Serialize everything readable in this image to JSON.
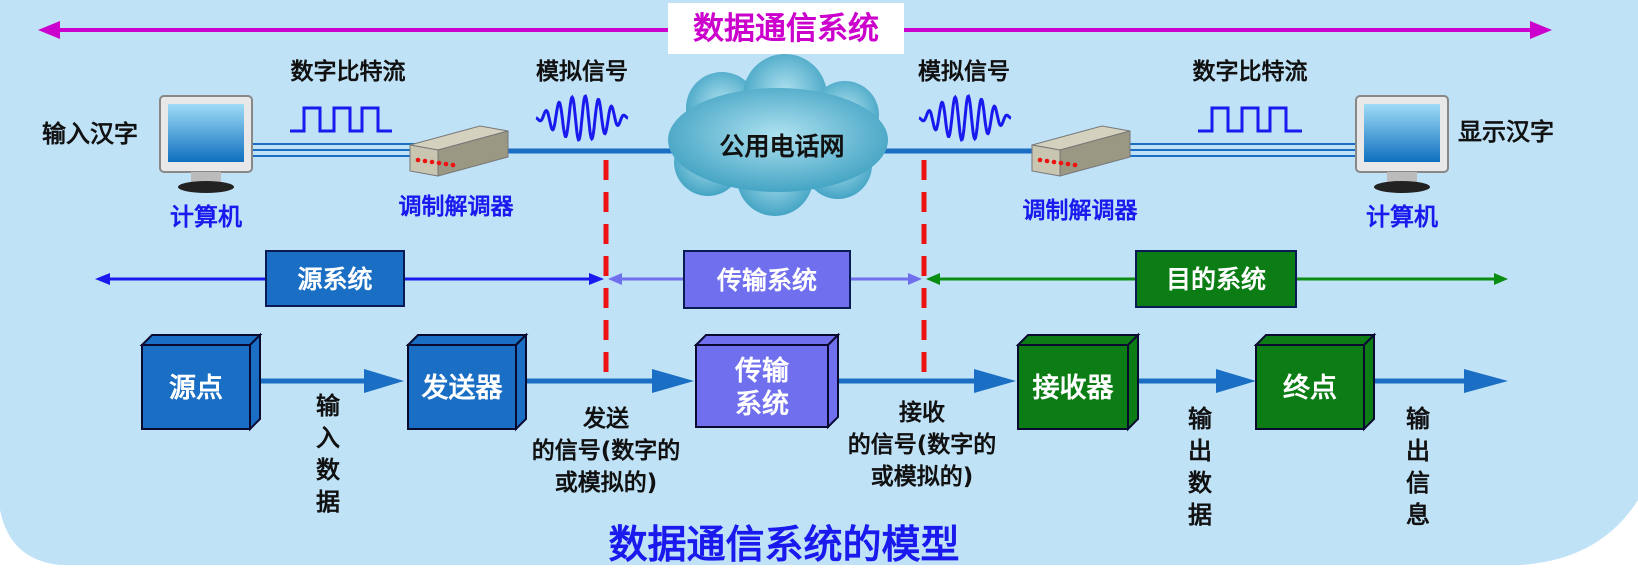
{
  "title": "数据通信系统",
  "caption": "数据通信系统的模型",
  "top": {
    "input_text": "输入汉字",
    "display_text": "显示汉字",
    "computer_left": "计算机",
    "computer_right": "计算机",
    "modem_left": "调制解调器",
    "modem_right": "调制解调器",
    "digital_left": "数字比特流",
    "digital_right": "数字比特流",
    "analog_left": "模拟信号",
    "analog_right": "模拟信号",
    "network": "公用电话网"
  },
  "systems": {
    "source": "源系统",
    "transmission": "传输系统",
    "destination": "目的系统"
  },
  "blocks": {
    "source_point": "源点",
    "transmitter": "发送器",
    "transmission_line1": "传输",
    "transmission_line2": "系统",
    "receiver": "接收器",
    "destination_point": "终点"
  },
  "labels": {
    "input_data": [
      "输",
      "入",
      "数",
      "据"
    ],
    "sent_signal": [
      "发送",
      "的信号(数字的",
      "或模拟的)"
    ],
    "received_signal": [
      "接收",
      "的信号(数字的",
      "或模拟的)"
    ],
    "output_data": [
      "输",
      "出",
      "数",
      "据"
    ],
    "output_info": [
      "输",
      "出",
      "信",
      "息"
    ]
  },
  "colors": {
    "background": "#bfe2f7",
    "magenta": "#cc00cc",
    "blue_text": "#1a1aee",
    "source_block": "#1a6fc4",
    "transmission_block": "#7070ee",
    "dest_block": "#0b7d14",
    "dashed_red": "#ee1111",
    "flow_arrow": "#1a6fc4"
  }
}
